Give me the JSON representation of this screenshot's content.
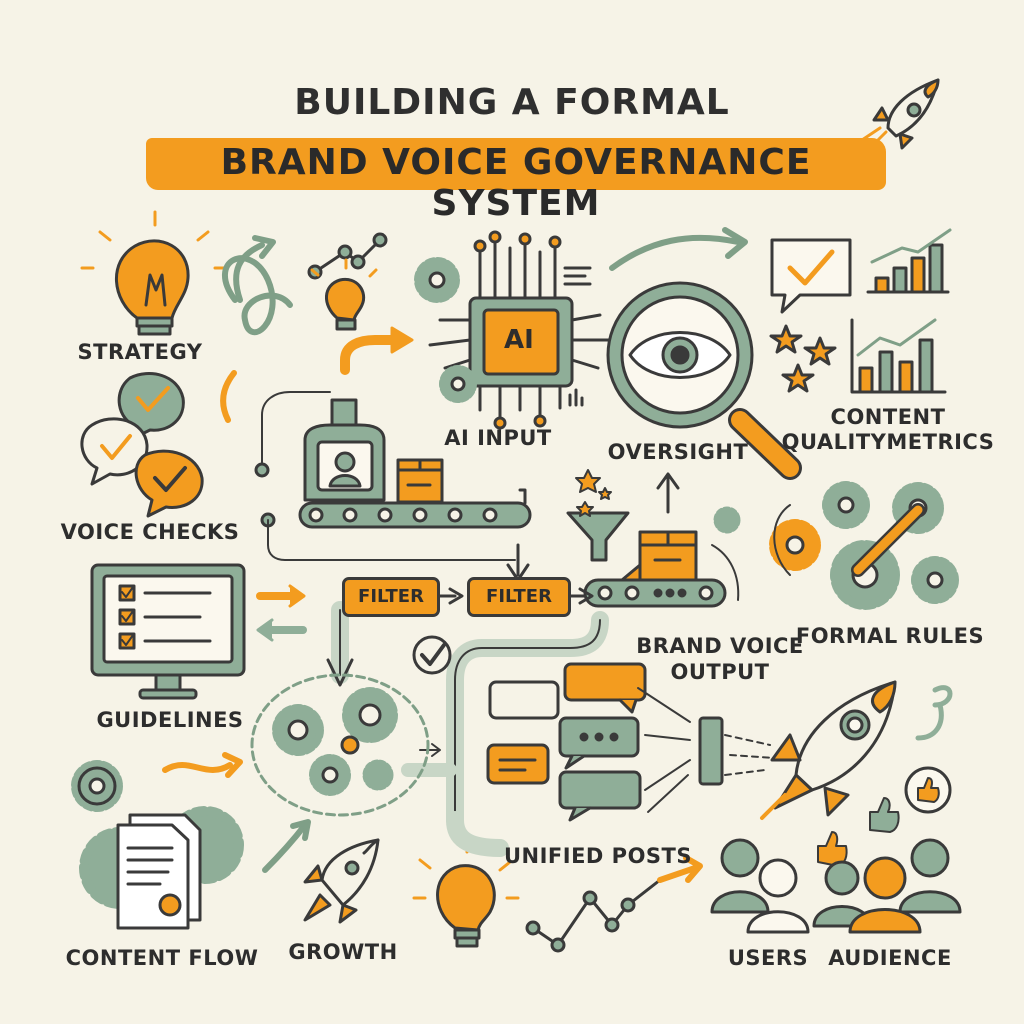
{
  "title": {
    "line1": "BUILDING A FORMAL",
    "line2": "BRAND VOICE GOVERNANCE SYSTEM"
  },
  "labels": {
    "strategy": "STRATEGY",
    "voice_checks": "VOICE CHECKS",
    "guidelines": "GUIDELINES",
    "content_flow": "CONTENT FLOW",
    "growth": "GROWTH",
    "ai_input": "AI INPUT",
    "oversight": "OVERSIGHT",
    "content_quality_1": "CONTENT",
    "content_quality_2": "QUALITYMETRICS",
    "formal_rules": "FORMAL RULES",
    "brand_voice_1": "BRAND VOICE",
    "brand_voice_2": "OUTPUT",
    "unified_posts": "UNIFIED POSTS",
    "users": "USERS",
    "audience": "AUDIENCE",
    "chip": "AI",
    "filter_1": "FILTER",
    "filter_2": "FILTER"
  },
  "colors": {
    "orange": "#f39c1f",
    "sage": "#8fae98",
    "ink": "#3a3a3a",
    "background": "#f6f3e7"
  }
}
